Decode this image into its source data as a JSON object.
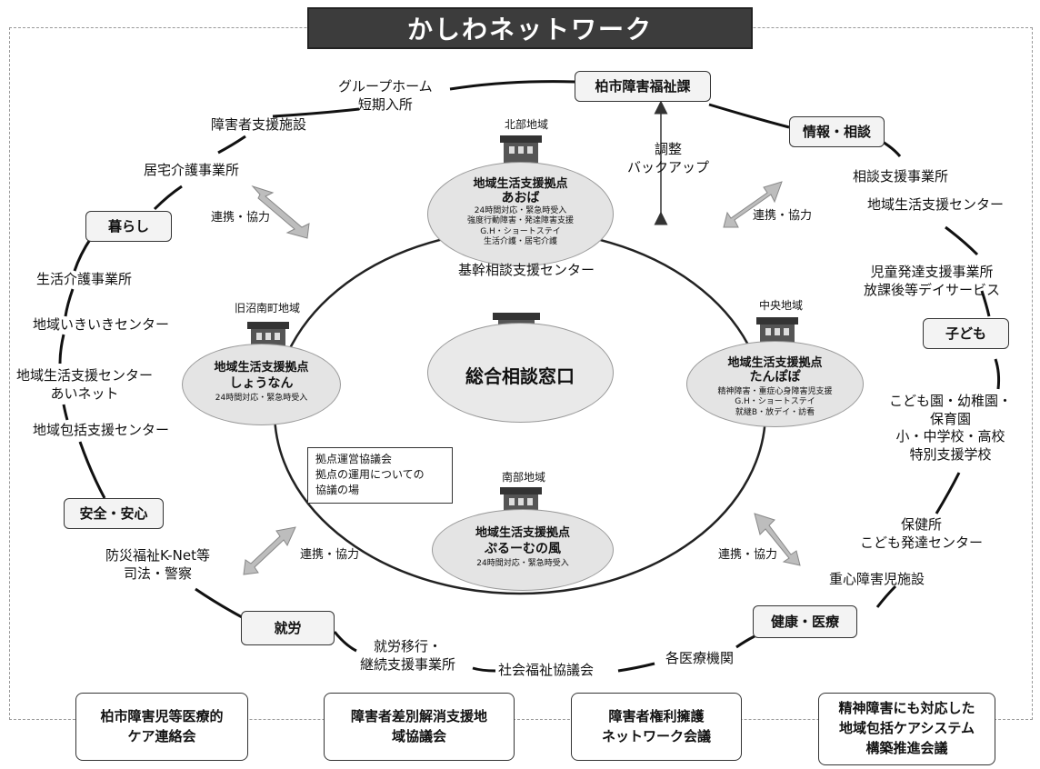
{
  "title": "かしわネットワーク",
  "center": {
    "label": "総合相談窓口"
  },
  "hubs": {
    "north": {
      "region": "北部地域",
      "title": "地域生活支援拠点",
      "name": "あおば",
      "services": "24時間対応・緊急時受入\n強度行動障害・発達障害支援\nG.H・ショートステイ\n生活介護・居宅介護"
    },
    "west": {
      "region": "旧沼南町地域",
      "title": "地域生活支援拠点",
      "name": "しょうなん",
      "services": "24時間対応・緊急時受入"
    },
    "east": {
      "region": "中央地域",
      "title": "地域生活支援拠点",
      "name": "たんぽぽ",
      "services": "精神障害・重症心身障害児支援\nG.H・ショートステイ\n就継B・放デイ・訪看"
    },
    "south": {
      "region": "南部地域",
      "title": "地域生活支援拠点",
      "name": "ぷるーむの風",
      "services": "24時間対応・緊急時受入"
    }
  },
  "kikan": "基幹相談支援センター",
  "adjust": "調整\nバックアップ",
  "cooperation": "連携・協力",
  "note": "拠点運営協議会\n拠点の運用についての\n協議の場",
  "categories": {
    "kurashi": "暮らし",
    "joho": "情報・相談",
    "kodomo": "子ども",
    "anzen": "安全・安心",
    "kenko": "健康・医療",
    "shuro": "就労",
    "fukushika": "柏市障害福祉課"
  },
  "labels": {
    "grouphome": "グループホーム\n短期入所",
    "shien_shisetsu": "障害者支援施設",
    "kyotaku": "居宅介護事業所",
    "seikatsu_kaigo": "生活介護事業所",
    "ikiiki": "地域いきいきセンター",
    "ainet": "地域生活支援センター\nあいネット",
    "houkatsu": "地域包括支援センター",
    "bosai": "防災福祉K-Net等\n司法・警察",
    "shuro_ikou": "就労移行・\n継続支援事業所",
    "shakyo": "社会福祉協議会",
    "iryo": "各医療機関",
    "jushin": "重心障害児施設",
    "hokenjo": "保健所\nこども発達センター",
    "hoikuen": "こども園・幼稚園・\n保育園\n小・中学校・高校\n特別支援学校",
    "jido": "児童発達支援事業所\n放課後等デイサービス",
    "chiiki_center": "地域生活支援センター",
    "soudan": "相談支援事業所"
  },
  "bottom_boxes": [
    "柏市障害児等医療的\nケア連絡会",
    "障害者差別解消支援地\n域協議会",
    "障害者権利擁護\nネットワーク会議",
    "精神障害にも対応した\n地域包括ケアシステム\n構築推進会議"
  ]
}
